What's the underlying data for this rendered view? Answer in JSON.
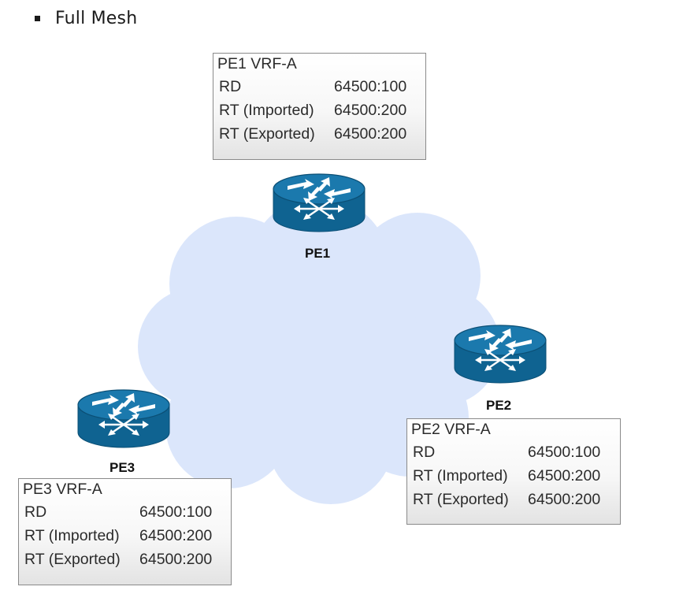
{
  "bullet": {
    "text": "Full Mesh"
  },
  "routers": {
    "pe1": {
      "label": "PE1"
    },
    "pe2": {
      "label": "PE2"
    },
    "pe3": {
      "label": "PE3"
    }
  },
  "vrf_tables": {
    "pe1": {
      "title": "PE1  VRF-A",
      "rows": [
        {
          "key": "RD",
          "value": "64500:100"
        },
        {
          "key": "RT (Imported)",
          "value": "64500:200"
        },
        {
          "key": "RT (Exported)",
          "value": "64500:200"
        }
      ]
    },
    "pe2": {
      "title": "PE2 VRF-A",
      "rows": [
        {
          "key": "RD",
          "value": "64500:100"
        },
        {
          "key": "RT (Imported)",
          "value": "64500:200"
        },
        {
          "key": "RT (Exported)",
          "value": "64500:200"
        }
      ]
    },
    "pe3": {
      "title": "PE3 VRF-A",
      "rows": [
        {
          "key": "RD",
          "value": "64500:100"
        },
        {
          "key": "RT (Imported)",
          "value": "64500:200"
        },
        {
          "key": "RT (Exported)",
          "value": "64500:200"
        }
      ]
    }
  },
  "colors": {
    "cloud": "#dbe6fb",
    "router_body": "#0f6391",
    "router_top": "#1b79ad",
    "router_edge": "#0b4f75",
    "router_arrow": "#ffffff"
  }
}
